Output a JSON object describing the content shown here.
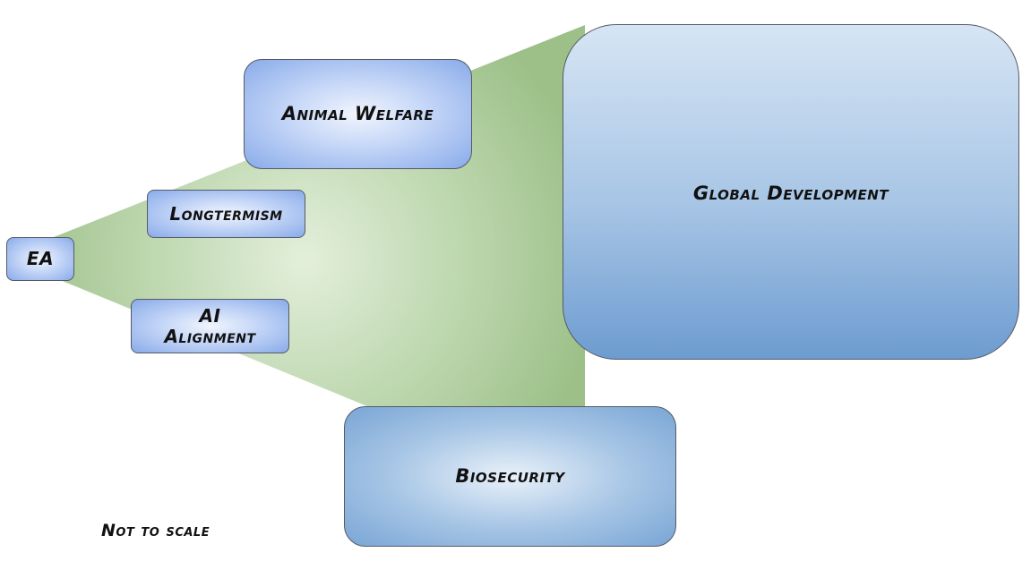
{
  "diagram": {
    "nodes": [
      {
        "id": "ea",
        "label": "EA"
      },
      {
        "id": "longtermism",
        "label": "Longtermism"
      },
      {
        "id": "ai-alignment",
        "label_lines": [
          "AI",
          "Alignment"
        ]
      },
      {
        "id": "animal-welfare",
        "label": "Animal Welfare"
      },
      {
        "id": "global-development",
        "label": "Global Development"
      },
      {
        "id": "biosecurity",
        "label": "Biosecurity"
      }
    ],
    "footnote": "Not to scale"
  },
  "colors": {
    "cone_light": "#e3efdb",
    "cone_dark": "#9cc088",
    "box_blue_light": "#f1f5fd",
    "box_blue_dark": "#89abe9",
    "box_steel_light": "#d6e5f4",
    "box_steel_dark": "#6d9cd0",
    "border": "#555a66"
  }
}
